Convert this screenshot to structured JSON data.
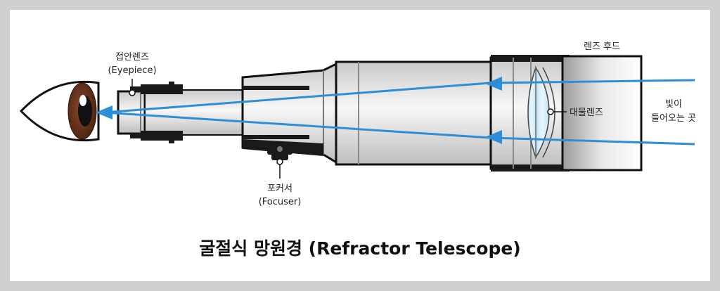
{
  "title": "굴절식 망원경 (Refractor Telescope)",
  "labels": {
    "eyepiece_ko": "접안렌즈",
    "eyepiece_en": "(Eyepiece)",
    "focuser_ko": "포커서",
    "focuser_en": "(Focuser)",
    "lens_hood": "렌즈 후드",
    "objective": "대물렌즈",
    "light_line1": "빛이",
    "light_line2": "들어오는 곳"
  },
  "colors": {
    "ray": "#2e8fd8",
    "body_dark": "#1a1a1a",
    "background": "#cfcfcf"
  }
}
